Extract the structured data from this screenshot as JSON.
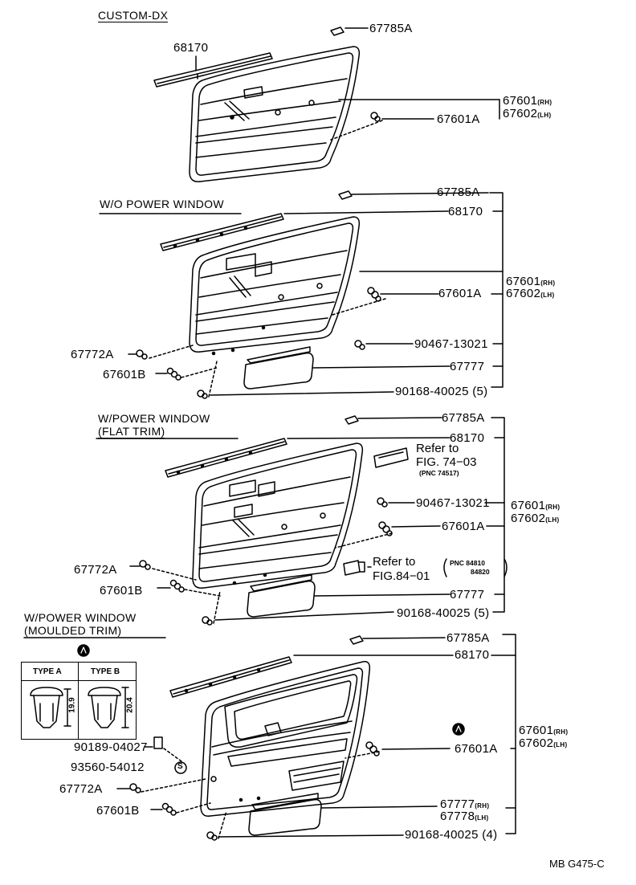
{
  "sections": {
    "custom_dx": "CUSTOM-DX",
    "wo_power_window": "W/O POWER WINDOW",
    "w_power_window_flat_1": "W/POWER WINDOW",
    "w_power_window_flat_2": "(FLAT TRIM)",
    "w_power_window_moulded_1": "W/POWER WINDOW",
    "w_power_window_moulded_2": "(MOULDED TRIM)"
  },
  "parts": {
    "s1": {
      "p67785A": "67785A",
      "p68170": "68170",
      "p67601": "67601",
      "p67601_suffix": "(RH)",
      "p67602": "67602",
      "p67602_suffix": "(LH)",
      "p67601A": "67601A"
    },
    "s2": {
      "p67785A": "67785A",
      "p68170": "68170",
      "p67601": "67601",
      "p67601_suffix": "(RH)",
      "p67602": "67602",
      "p67602_suffix": "(LH)",
      "p67601A": "67601A",
      "p90467": "90467-13021",
      "p67772A": "67772A",
      "p67601B": "67601B",
      "p67777": "67777",
      "p90168": "90168-40025",
      "p90168_qty": "(5)"
    },
    "s3": {
      "p67785A": "67785A",
      "p68170": "68170",
      "refer1_line1": "Refer to",
      "refer1_line2": "FIG. 74−03",
      "refer1_pnc": "(PNC 74517)",
      "p90467": "90467-13021",
      "p67601": "67601",
      "p67601_suffix": "(RH)",
      "p67602": "67602",
      "p67602_suffix": "(LH)",
      "p67601A": "67601A",
      "refer2_line1": "Refer to",
      "refer2_line2": "FIG.84−01",
      "refer2_pnc1": "PNC 84810",
      "refer2_pnc2": "84820",
      "p67772A": "67772A",
      "p67601B": "67601B",
      "p67777": "67777",
      "p90168": "90168-40025",
      "p90168_qty": "(5)"
    },
    "s4": {
      "p67785A": "67785A",
      "p68170": "68170",
      "p67601": "67601",
      "p67601_suffix": "(RH)",
      "p67602": "67602",
      "p67602_suffix": "(LH)",
      "p67601A": "67601A",
      "p90189": "90189-04027",
      "p93560": "93560-54012",
      "marker_s": "S",
      "p67772A": "67772A",
      "p67601B": "67601B",
      "p67777": "67777",
      "p67777_suffix": "(RH)",
      "p67778": "67778",
      "p67778_suffix": "(LH)",
      "p90168": "90168-40025",
      "p90168_qty": "(4)"
    }
  },
  "clip_table": {
    "type_a": "TYPE A",
    "type_b": "TYPE B",
    "dim_a": "19.9",
    "dim_b": "20.4"
  },
  "footer": {
    "code": "MB G475-C"
  }
}
